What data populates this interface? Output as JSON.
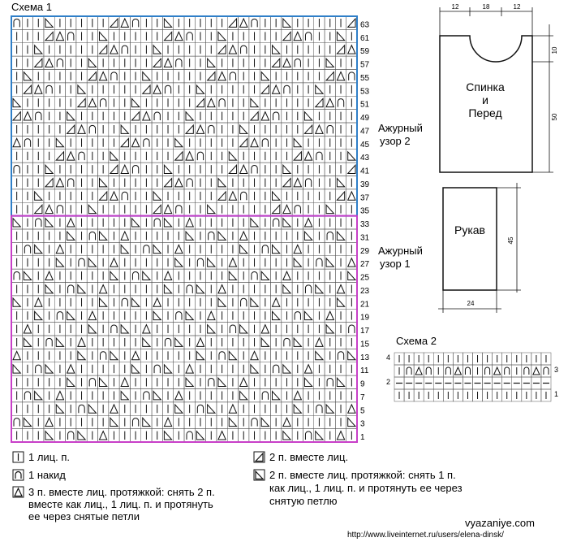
{
  "scheme1": {
    "title": "Схема 1",
    "row_numbers": [
      "63",
      "61",
      "59",
      "57",
      "55",
      "53",
      "51",
      "49",
      "47",
      "45",
      "43",
      "41",
      "39",
      "37",
      "35",
      "33",
      "31",
      "29",
      "27",
      "25",
      "23",
      "21",
      "19",
      "17",
      "15",
      "13",
      "11",
      "9",
      "7",
      "5",
      "3",
      "1"
    ],
    "top_section_label": [
      "Ажурный",
      "узор 2"
    ],
    "bottom_section_label": [
      "Ажурный",
      "узор 1"
    ],
    "top_color": "#2f7fc8",
    "bottom_color": "#c83fc8"
  },
  "scheme2": {
    "title": "Схема 2",
    "row_labels": [
      "4",
      "2"
    ],
    "right_labels": [
      "3",
      "1"
    ]
  },
  "back_front": {
    "label": [
      "Спинка",
      "и",
      "Перед"
    ],
    "dims_top": [
      "12",
      "18",
      "12"
    ],
    "dim_neck": "10",
    "dim_height": "50"
  },
  "sleeve": {
    "label": "Рукав",
    "dim_height": "45",
    "dim_width": "24"
  },
  "legend": [
    {
      "icon": "knit-stitch-icon",
      "text": "1 лиц. п."
    },
    {
      "icon": "yarn-over-icon",
      "text": "1 накид"
    },
    {
      "icon": "three-together-icon",
      "text": [
        "3 п. вместе лиц. протяжкой: снять 2 п.",
        "вместе как лиц., 1 лиц. п. и протянуть",
        "ее через снятые петли"
      ]
    },
    {
      "icon": "two-together-right-icon",
      "text": "2 п. вместе лиц."
    },
    {
      "icon": "two-together-left-icon",
      "text": [
        "2 п. вместе лиц. протяжкой: снять 1 п.",
        "как лиц., 1 лиц. п. и протянуть ее через",
        "снятую петлю"
      ]
    }
  ],
  "watermark": {
    "site": "vyazaniye.com",
    "url": "http://www.liveinternet.ru/users/elena-dinsk/"
  }
}
